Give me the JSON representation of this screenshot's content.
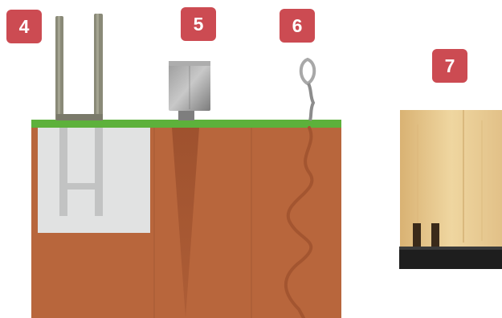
{
  "badges": [
    {
      "label": "4"
    },
    {
      "label": "5"
    },
    {
      "label": "6"
    },
    {
      "label": "7"
    }
  ],
  "colors": {
    "badge": "#cc4b52",
    "soil": "#b8663c",
    "grass": "#5db13b",
    "concrete": "#e1e2e2",
    "wood": "#e8c98c",
    "rubber": "#1e1e1e",
    "metal": "#8a8a78"
  },
  "panels": [
    {
      "name": "concrete-footing-anchor",
      "icon": "post-anchor-in-concrete-icon"
    },
    {
      "name": "ground-spike-anchor",
      "icon": "ground-spike-icon"
    },
    {
      "name": "screw-anchor",
      "icon": "spiral-ground-anchor-icon"
    },
    {
      "name": "timber-on-rubber-pad",
      "icon": "timber-beam-rubber-pad-icon"
    }
  ]
}
